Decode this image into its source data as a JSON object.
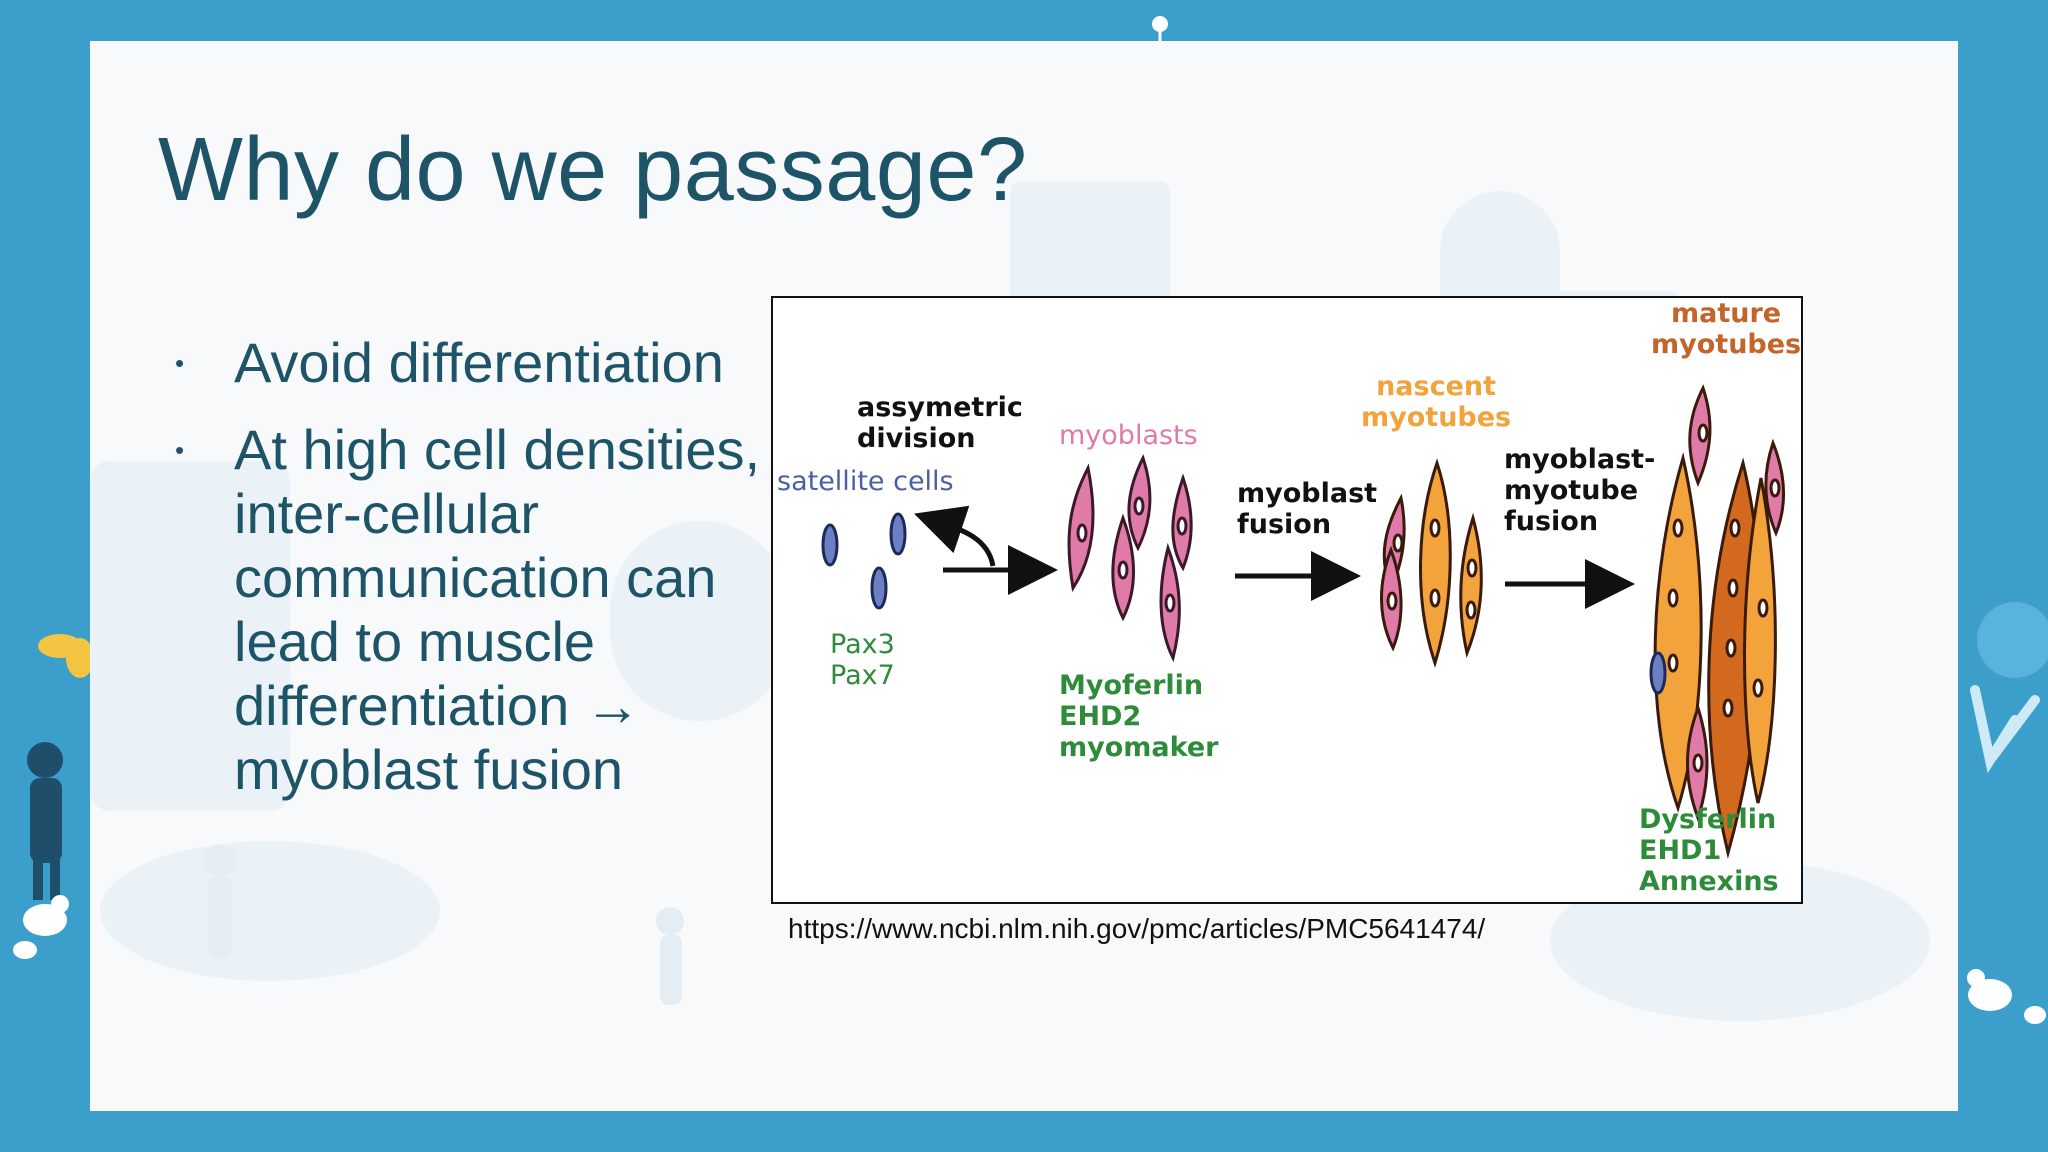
{
  "slide": {
    "title": "Why do we passage?",
    "bullets": [
      {
        "text": "Avoid differentiation"
      },
      {
        "text": "At high cell densities, inter-cellular communication can lead to muscle differentiation → myoblast fusion"
      }
    ],
    "bullet_glyph": "•"
  },
  "figure": {
    "labels": {
      "satellite_cells": "satellite cells",
      "assymetric_division": "assymetric\ndivision",
      "myoblasts": "myoblasts",
      "myoblast_fusion": "myoblast\nfusion",
      "nascent_myotubes": "nascent\nmyotubes",
      "myoblast_myotube_fusion": "myoblast-\nmyotube\nfusion",
      "mature_myotubes": "mature\nmyotubes",
      "satellite_markers": "Pax3\nPax7",
      "myoblast_markers": "Myoferlin\nEHD2\nmyomaker",
      "mature_markers": "Dysferlin\nEHD1\nAnnexins"
    },
    "colors": {
      "satellite": "#4a5fa8",
      "marker_green": "#2e8b3a",
      "myoblast_pink": "#e07aa8",
      "nascent_orange": "#f2a33c",
      "mature_brown": "#c4632a",
      "mature_dark": "#d2691e"
    }
  },
  "source": {
    "url": "https://www.ncbi.nlm.nih.gov/pmc/articles/PMC5641474/"
  },
  "theme": {
    "background": "#3c9fcb",
    "panel": "#f7f9fb",
    "text": "#1e5468"
  }
}
